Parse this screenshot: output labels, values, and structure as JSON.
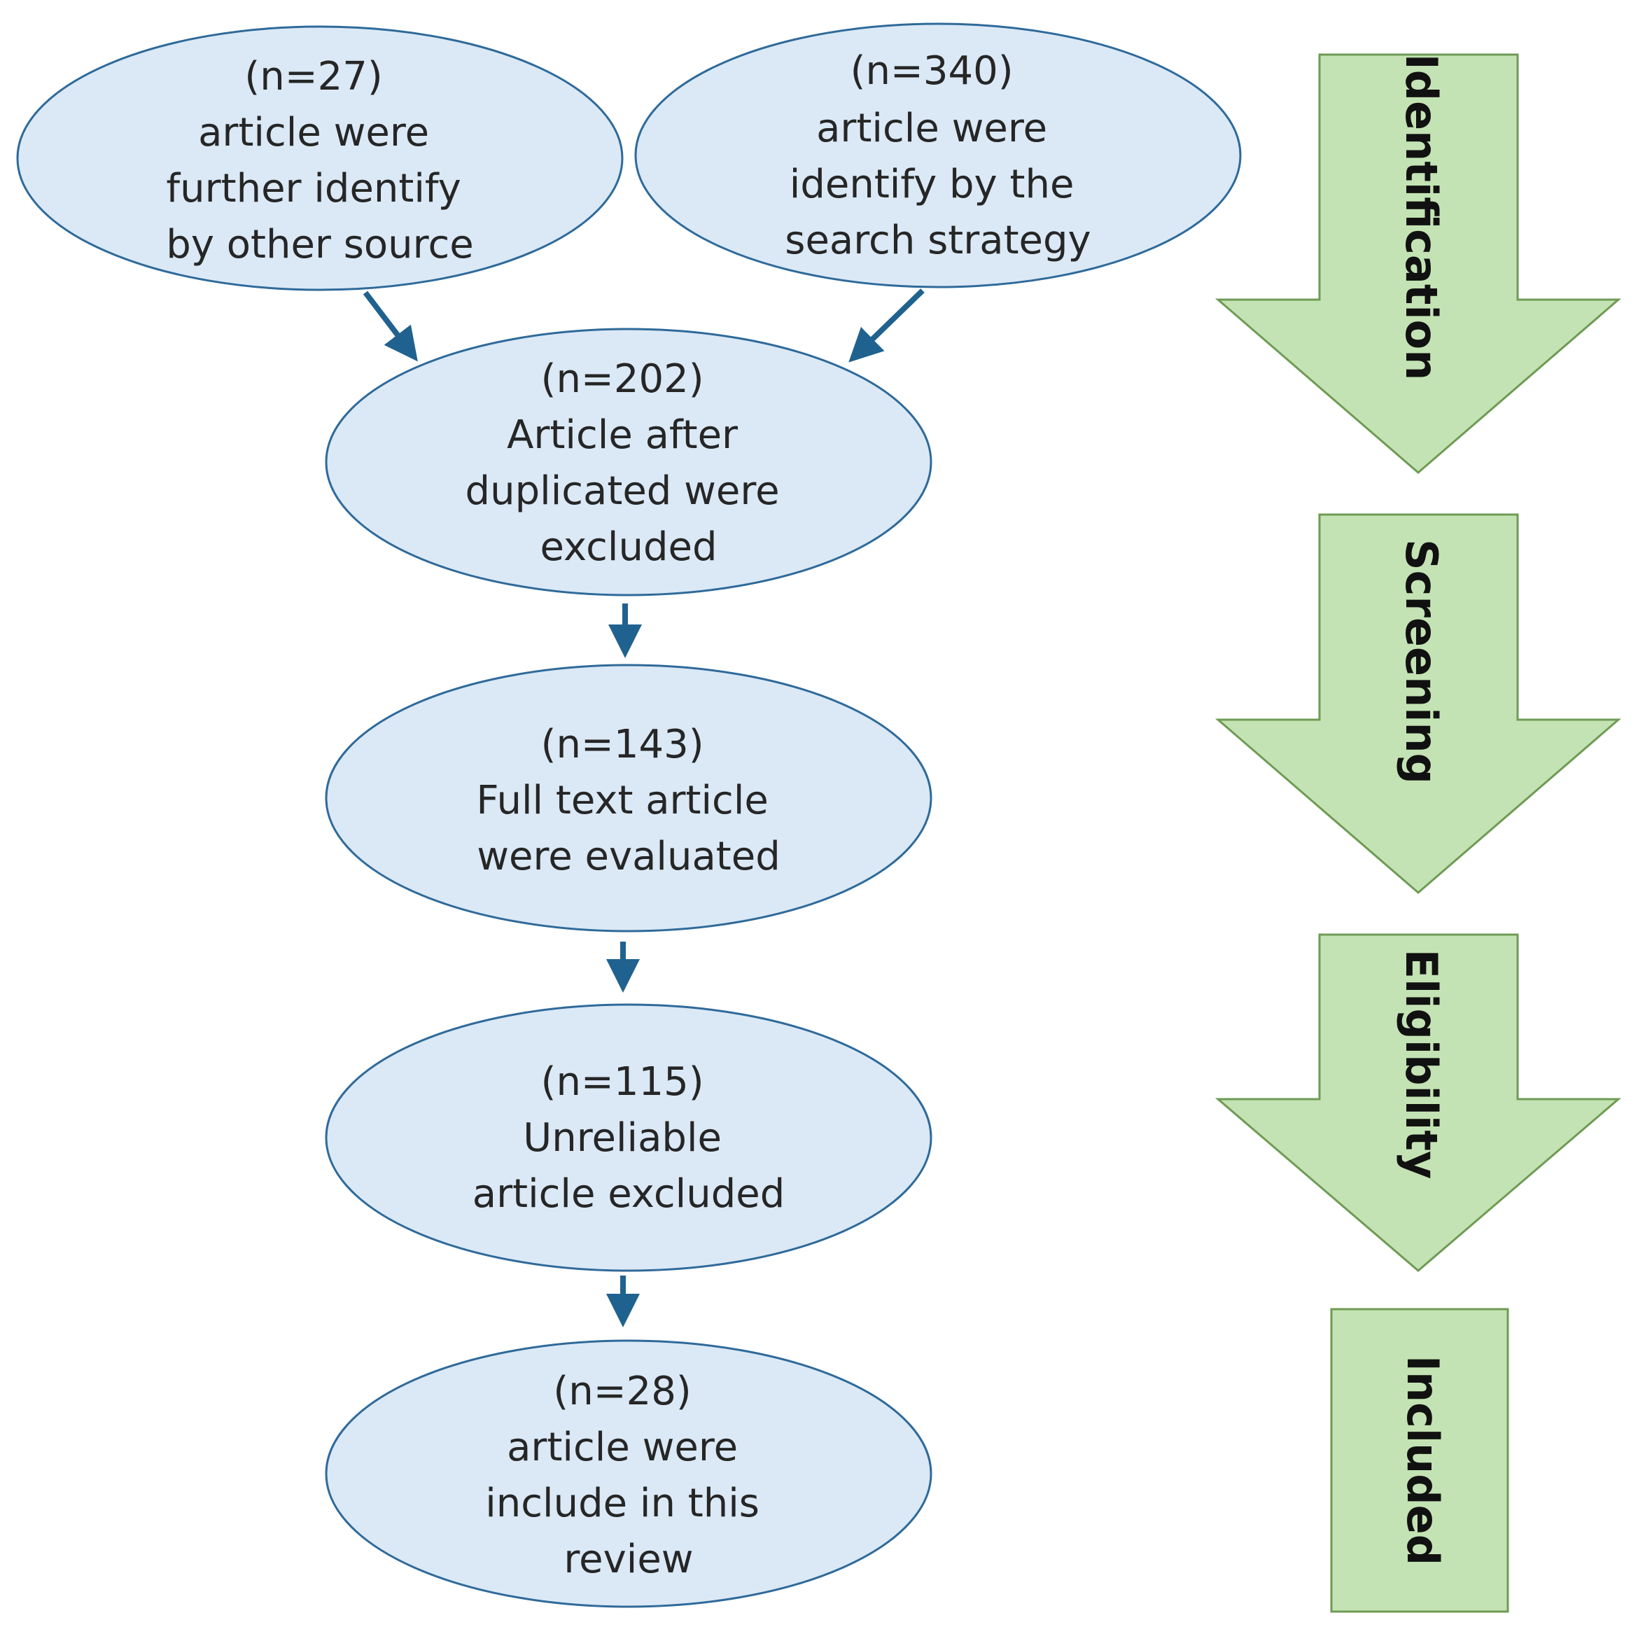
{
  "colors": {
    "node_fill": "#dbe9f6",
    "node_stroke": "#2f6a9a",
    "arrow": "#20628f",
    "stage_fill": "#c4e3b4",
    "stage_stroke": "#6e9b54",
    "text": "#262626"
  },
  "nodes": {
    "other_source": {
      "count": "(n=27)",
      "lines": [
        "article were",
        "further identify",
        "by other source"
      ]
    },
    "search_strategy": {
      "count": "(n=340)",
      "lines": [
        "article were",
        "identify by the",
        "search strategy"
      ]
    },
    "after_duplicates": {
      "count": "(n=202)",
      "lines": [
        "Article after",
        "duplicated were",
        "excluded"
      ]
    },
    "full_text": {
      "count": "(n=143)",
      "lines": [
        "Full text article",
        "were evaluated"
      ]
    },
    "unreliable": {
      "count": "(n=115)",
      "lines": [
        "Unreliable",
        "article  excluded"
      ]
    },
    "included_review": {
      "count": "(n=28)",
      "lines": [
        "article were",
        "include in this",
        "review"
      ]
    }
  },
  "stages": {
    "identification": "Identification",
    "screening": "Screening",
    "eligibility": "Eligibility",
    "included": "Included"
  }
}
